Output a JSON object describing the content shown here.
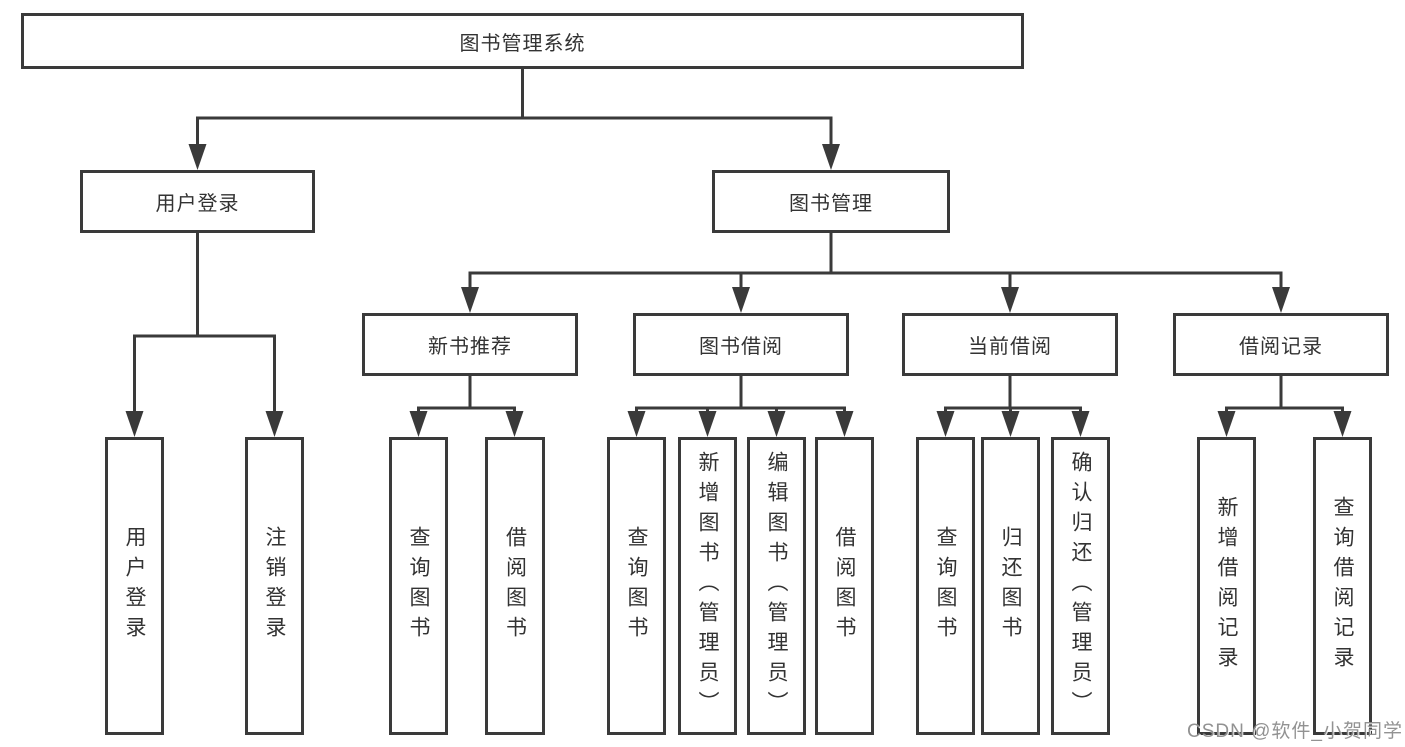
{
  "diagram": {
    "root": {
      "label": "图书管理系统"
    },
    "level2": [
      {
        "label": "用户登录"
      },
      {
        "label": "图书管理"
      }
    ],
    "level3": [
      {
        "label": "新书推荐",
        "parent": "图书管理"
      },
      {
        "label": "图书借阅",
        "parent": "图书管理"
      },
      {
        "label": "当前借阅",
        "parent": "图书管理"
      },
      {
        "label": "借阅记录",
        "parent": "图书管理"
      }
    ],
    "leaves": [
      {
        "label": "用户登录",
        "parent": "用户登录"
      },
      {
        "label": "注销登录",
        "parent": "用户登录"
      },
      {
        "label": "查询图书",
        "parent": "新书推荐"
      },
      {
        "label": "借阅图书",
        "parent": "新书推荐"
      },
      {
        "label": "查询图书",
        "parent": "图书借阅"
      },
      {
        "label": "新增图书（管理员）",
        "parent": "图书借阅"
      },
      {
        "label": "编辑图书（管理员）",
        "parent": "图书借阅"
      },
      {
        "label": "借阅图书",
        "parent": "图书借阅"
      },
      {
        "label": "查询图书",
        "parent": "当前借阅"
      },
      {
        "label": "归还图书",
        "parent": "当前借阅"
      },
      {
        "label": "确认归还（管理员）",
        "parent": "当前借阅"
      },
      {
        "label": "新增借阅记录",
        "parent": "借阅记录"
      },
      {
        "label": "查询借阅记录",
        "parent": "借阅记录"
      }
    ]
  },
  "watermark": {
    "text": "CSDN @软件_小贺同学"
  },
  "colors": {
    "line": "#3a3a3a",
    "text": "#333333",
    "background": "#ffffff",
    "watermark": "#8c8c8c"
  }
}
